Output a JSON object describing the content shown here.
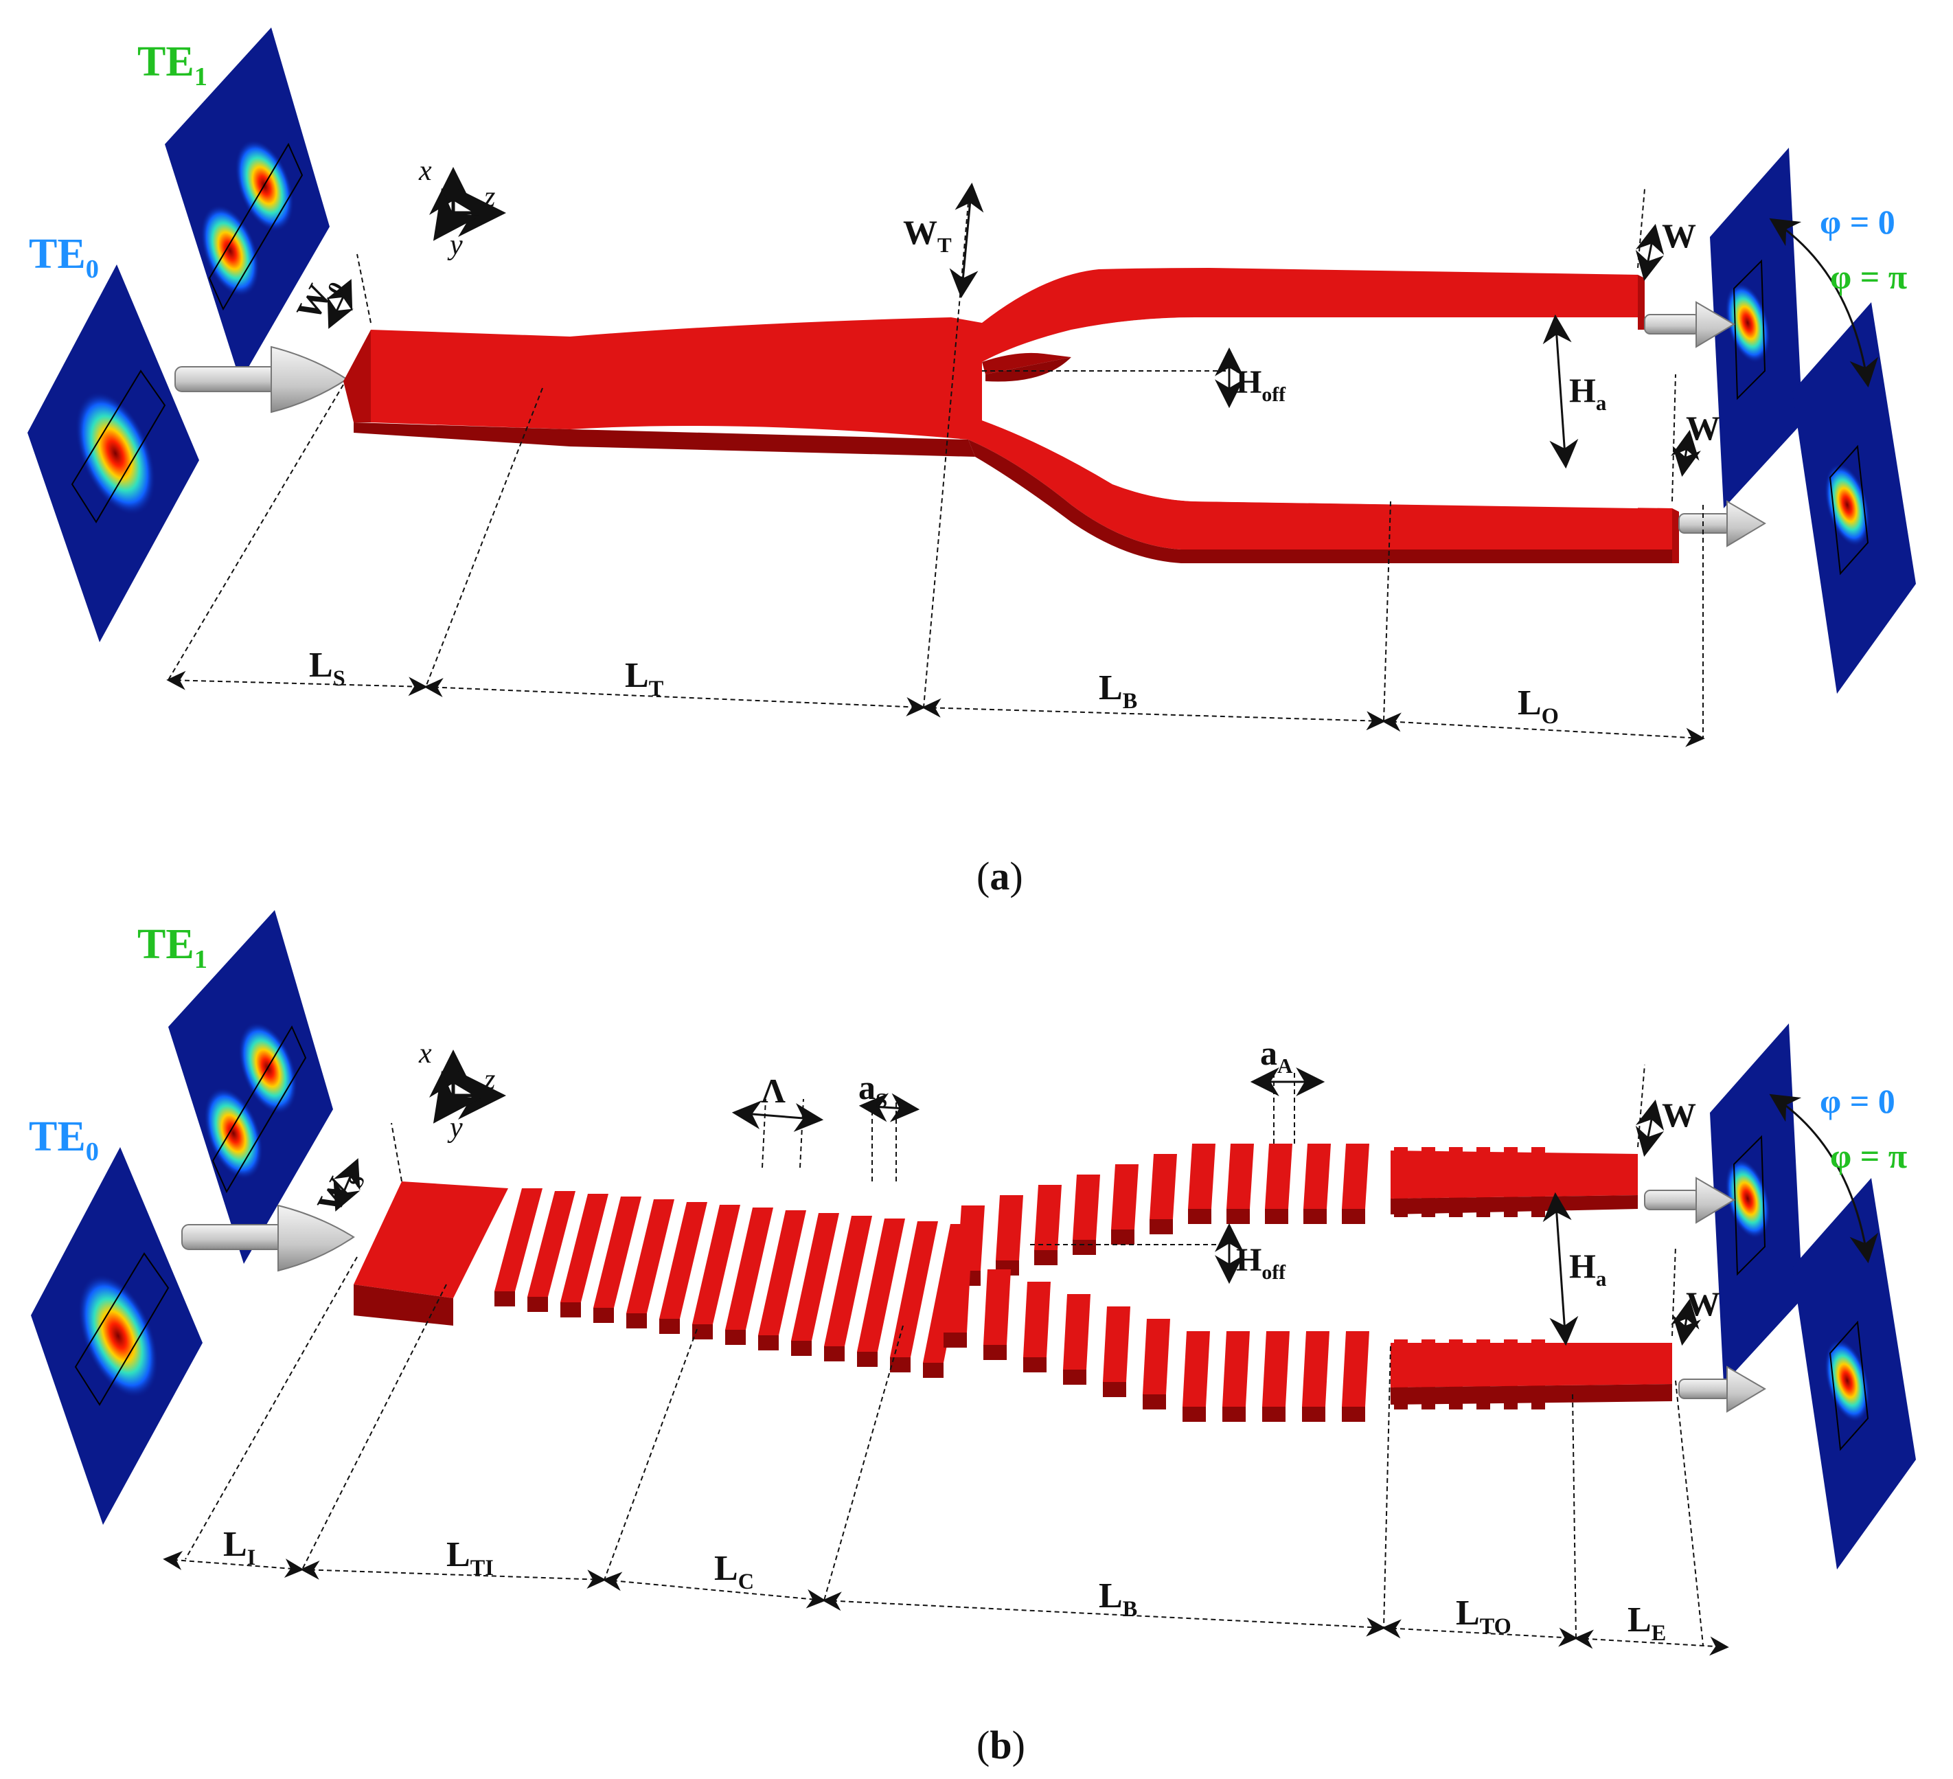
{
  "panel_a": {
    "mode0": {
      "base": "TE",
      "sub": "0"
    },
    "mode1": {
      "base": "TE",
      "sub": "1"
    },
    "axes": {
      "x": "x",
      "y": "y",
      "z": "z"
    },
    "w0": {
      "base": "W",
      "sub": "0"
    },
    "wt": {
      "base": "W",
      "sub": "T"
    },
    "hoff": {
      "base": "H",
      "sub": "off"
    },
    "ha": {
      "base": "H",
      "sub": "a"
    },
    "w_top": "W",
    "w_bot": "W",
    "phase0": "φ = 0",
    "phasepi": "φ = π",
    "lengths": [
      {
        "base": "L",
        "sub": "S"
      },
      {
        "base": "L",
        "sub": "T"
      },
      {
        "base": "L",
        "sub": "B"
      },
      {
        "base": "L",
        "sub": "O"
      }
    ],
    "caption_open": "(",
    "caption_letter": "a",
    "caption_close": ")"
  },
  "panel_b": {
    "mode0": {
      "base": "TE",
      "sub": "0"
    },
    "mode1": {
      "base": "TE",
      "sub": "1"
    },
    "axes": {
      "x": "x",
      "y": "y",
      "z": "z"
    },
    "ws": {
      "base": "W",
      "sub": "S"
    },
    "lambda": "Λ",
    "as": {
      "base": "a",
      "sub": "S"
    },
    "aa": {
      "base": "a",
      "sub": "A"
    },
    "hoff": {
      "base": "H",
      "sub": "off"
    },
    "ha": {
      "base": "H",
      "sub": "a"
    },
    "w_top": "W",
    "w_bot": "W",
    "phase0": "φ = 0",
    "phasepi": "φ = π",
    "lengths": [
      {
        "base": "L",
        "sub": "I"
      },
      {
        "base": "L",
        "sub": "TI"
      },
      {
        "base": "L",
        "sub": "C"
      },
      {
        "base": "L",
        "sub": "B"
      },
      {
        "base": "L",
        "sub": "TO"
      },
      {
        "base": "L",
        "sub": "E"
      }
    ],
    "caption_open": "(",
    "caption_letter": "b",
    "caption_close": ")"
  },
  "colors": {
    "waveguide": "#e01414",
    "waveguide_dark": "#a30808",
    "mode_bg": "#0a1a8c",
    "te0_label": "#1e90ff",
    "te1_label": "#22c022"
  }
}
